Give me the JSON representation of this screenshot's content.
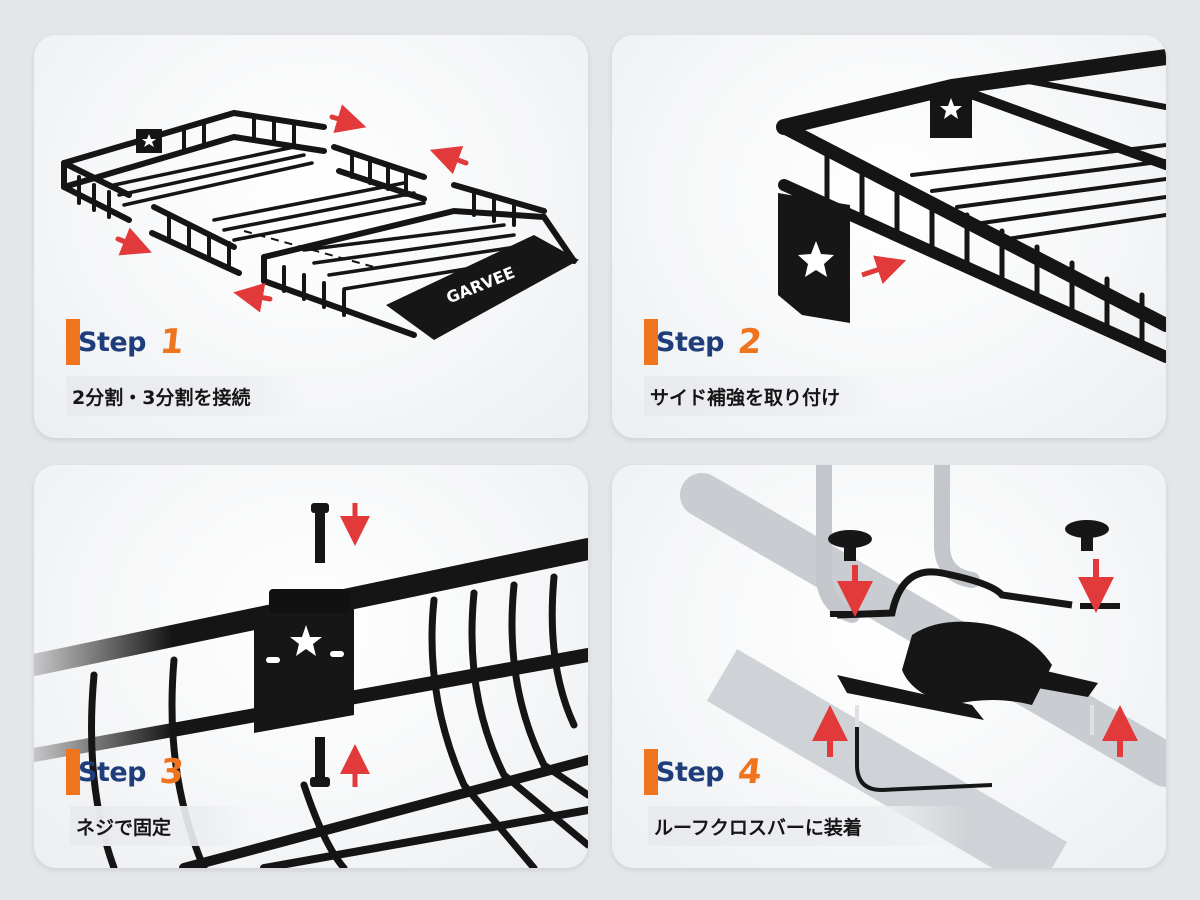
{
  "colors": {
    "accent_orange": "#f0731e",
    "step_blue": "#1f3d7a",
    "arrow_red": "#e23a3a",
    "rack_black": "#161616",
    "crossbar_gray": "#c9ccd1"
  },
  "cards": [
    {
      "step_word": "Step",
      "step_number": "1",
      "caption": "2分割・3分割を接続",
      "brand_label": "GARVEE"
    },
    {
      "step_word": "Step",
      "step_number": "2",
      "caption": "サイド補強を取り付け"
    },
    {
      "step_word": "Step",
      "step_number": "3",
      "caption": "ネジで固定"
    },
    {
      "step_word": "Step",
      "step_number": "4",
      "caption": "ルーフクロスバーに装着"
    }
  ],
  "icons": [
    "star-icon",
    "arrow-icon",
    "bolt-icon",
    "knob-icon"
  ]
}
